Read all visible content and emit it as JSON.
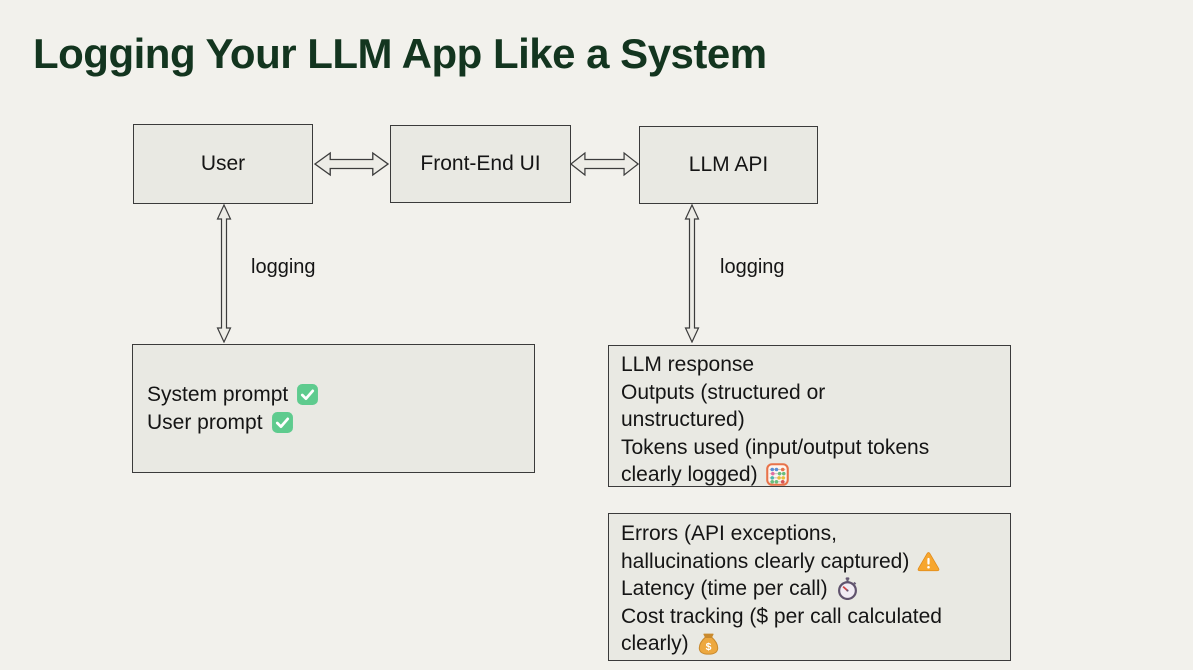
{
  "title": "Logging Your LLM App Like a System",
  "colors": {
    "background": "#f2f1ec",
    "box-fill": "#e9e9e3",
    "box-border": "#3b3b3b",
    "title-color": "#13351f",
    "text-color": "#151515",
    "arrow-fill": "#edece6",
    "arrow-stroke": "#3c3c3c",
    "check-green": "#5ecb8e",
    "warning-orange": "#f7a62e",
    "money-gold": "#eda83f"
  },
  "flow_nodes": [
    {
      "label": "User"
    },
    {
      "label": "Front-End UI"
    },
    {
      "label": "LLM API"
    }
  ],
  "edge_labels": {
    "left": "logging",
    "right": "logging"
  },
  "icons": {
    "check-icon": "✅",
    "abacus-icon": "🧮",
    "warning-icon": "⚠️",
    "stopwatch-icon": "⏱️",
    "money-bag-icon": "💰"
  },
  "prompt_log_box": {
    "lines": [
      {
        "text": "System prompt",
        "icon": "check-icon"
      },
      {
        "text": "User prompt",
        "icon": "check-icon"
      }
    ]
  },
  "response_log_box": {
    "lines": [
      {
        "text": "LLM response"
      },
      {
        "text": "Outputs (structured or"
      },
      {
        "text": "unstructured)"
      },
      {
        "text": "Tokens used (input/output tokens"
      },
      {
        "text": "clearly logged)",
        "icon": "abacus-icon"
      }
    ]
  },
  "metrics_log_box": {
    "lines": [
      {
        "text": "Errors (API exceptions,"
      },
      {
        "text": "hallucinations clearly captured)",
        "icon": "warning-icon"
      },
      {
        "text": "Latency (time per call)",
        "icon": "stopwatch-icon"
      },
      {
        "text": "Cost tracking ($ per call calculated"
      },
      {
        "text": "clearly)",
        "icon": "money-bag-icon"
      }
    ]
  }
}
